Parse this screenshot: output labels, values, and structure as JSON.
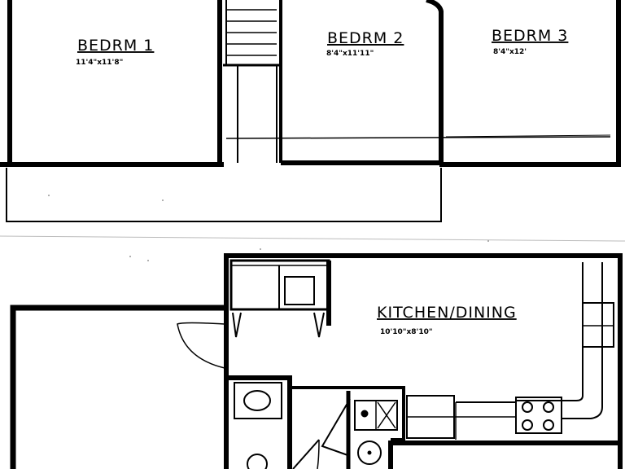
{
  "rooms": {
    "bedroom1": {
      "name": "BEDRM  1",
      "dims": "11'4\"x11'8\""
    },
    "bedroom2": {
      "name": "BEDRM  2",
      "dims": "8'4\"x11'11\""
    },
    "bedroom3": {
      "name": "BEDRM  3",
      "dims": "8'4\"x12'"
    },
    "kitchen": {
      "name": "KITCHEN/DINING",
      "dims": "10'10\"x8'10\""
    }
  },
  "colors": {
    "ink": "#000000",
    "paper": "#ffffff"
  }
}
